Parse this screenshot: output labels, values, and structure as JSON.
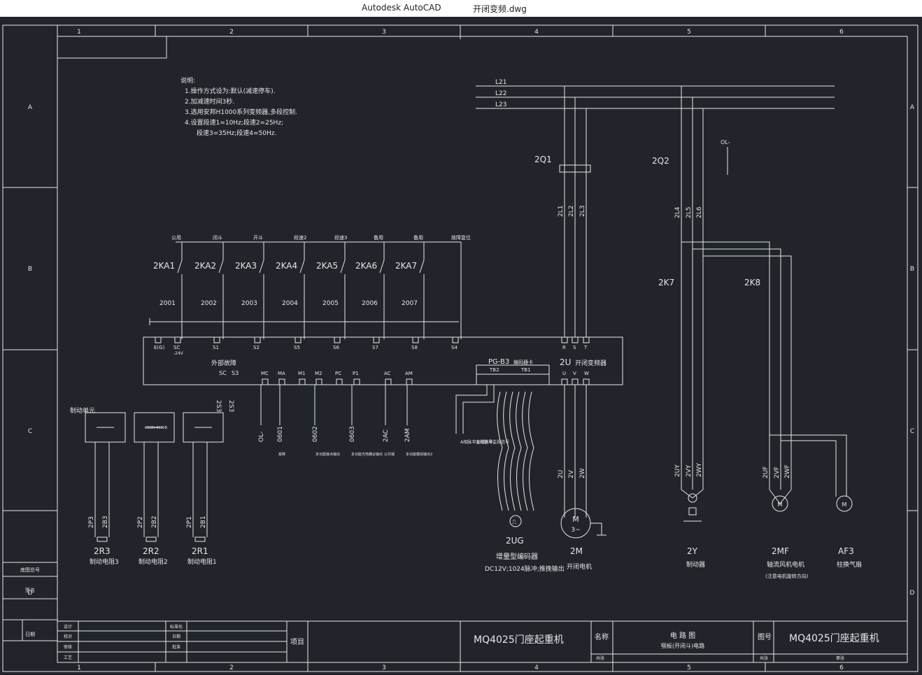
{
  "window": {
    "app_title": "Autodesk AutoCAD",
    "file_name": "开闭变频.dwg"
  },
  "frame": {
    "columns": [
      "1",
      "2",
      "3",
      "4",
      "5",
      "6"
    ],
    "rows": [
      "A",
      "B",
      "C",
      "D"
    ]
  },
  "notes": {
    "heading": "说明:",
    "lines": [
      "1.操作方式设为:默认(减速停车).",
      "2.加减速时间3秒.",
      "3.选用安邦H1000系列变频器,多段控制.",
      "4.设置段速1=10Hz;段速2=25Hz;",
      "段速3=35Hz;段速4=50Hz."
    ]
  },
  "bus": {
    "l1": "L21",
    "l2": "L22",
    "l3": "L23"
  },
  "relays": [
    {
      "top": "公用",
      "name": "2KA1",
      "wire": "2001"
    },
    {
      "top": "闭斗",
      "name": "2KA2",
      "wire": "2002"
    },
    {
      "top": "开斗",
      "name": "2KA3",
      "wire": "2003"
    },
    {
      "top": "段速2",
      "name": "2KA4",
      "wire": "2004"
    },
    {
      "top": "段速3",
      "name": "2KA5",
      "wire": "2005"
    },
    {
      "top": "备用",
      "name": "2KA6",
      "wire": "2006"
    },
    {
      "top": "备用",
      "name": "2KA7",
      "wire": "2007"
    },
    {
      "top": "故障复位",
      "name": "",
      "wire": ""
    }
  ],
  "vfd_inputs": [
    "E(G)",
    "SC",
    "S1",
    "S2",
    "S5",
    "S6",
    "S7",
    "S8",
    "S4"
  ],
  "sc_note": "-24V",
  "vfd_outputs_top": [
    "外部故障",
    "SC",
    "S3"
  ],
  "vfd_bottom_terms": [
    "MC",
    "MA",
    "M1",
    "M2",
    "PC",
    "P1",
    "AC",
    "AM"
  ],
  "out_wires": [
    "OL-",
    "0601",
    "0602",
    "0603",
    "2AC",
    "2AM"
  ],
  "out_notes": [
    "故障",
    "多功能接点输出",
    "多功能光电耦合输出",
    "公共端",
    "多功能模拟输出2"
  ],
  "pg_card": {
    "title": "PG-B3",
    "subtitle": "编码器卡",
    "tb2": "TB2",
    "tb1": "TB1"
  },
  "pg_notes": [
    "A相脉冲监视信号",
    "B相脉冲监视信号"
  ],
  "brake": {
    "unit_label": "制动单元",
    "unit_code": "CDBR-4030B",
    "term_markers": [
      "2S3",
      "2S3"
    ],
    "resistors": [
      {
        "w1": "2P3",
        "w2": "2B3",
        "name": "2R3",
        "label": "制动电阻3"
      },
      {
        "w1": "2P2",
        "w2": "2B2",
        "name": "2R2",
        "label": "制动电阻2"
      },
      {
        "w1": "2P1",
        "w2": "2B1",
        "name": "2R1",
        "label": "制动电阻1"
      }
    ]
  },
  "breakers": {
    "q1": "2Q1",
    "q2": "2Q2",
    "ol": "OL-",
    "q1_wires": [
      "2L1",
      "2L2",
      "2L3"
    ],
    "q2_wires": [
      "2L4",
      "2L5",
      "2L6"
    ]
  },
  "contactors": {
    "k7": "2K7",
    "k8": "2K8"
  },
  "vfd": {
    "name": "2U",
    "label": "开闭变频器",
    "in_terms": [
      "R",
      "S",
      "T"
    ],
    "out_terms": [
      "U",
      "V",
      "W"
    ],
    "out_wires": [
      "2U",
      "2V",
      "2W"
    ]
  },
  "encoder": {
    "name": "2UG",
    "label": "增量型编码器",
    "spec": "DC12V;1024脉冲;推挽输出"
  },
  "motor": {
    "name": "2M",
    "label": "开闭电机",
    "symbol": "M",
    "phase": "3~"
  },
  "brake_actuator": {
    "name": "2Y",
    "label": "制动器",
    "wires": [
      "2UY",
      "2VY",
      "2WY"
    ]
  },
  "fan": {
    "name": "2MF",
    "label": "轴流风机电机",
    "note": "(注意电机旋转方向)",
    "wires": [
      "2UF",
      "2VF",
      "2WF"
    ]
  },
  "af": {
    "name": "AF3",
    "label": "柱换气扇"
  },
  "side_labels": [
    "底图总号",
    "签名",
    "日期"
  ],
  "title_block": {
    "left_rows": [
      "设计",
      "校对",
      "审核",
      "工艺"
    ],
    "mid_rows": [
      "标准化",
      "日期",
      "批准"
    ],
    "project_label": "项目",
    "project_name": "MQ4025门座起重机",
    "name_label": "名称",
    "drawing_title": "电 路 图",
    "drawing_sub": "颚板(开闭斗)电路",
    "drawing_no_label": "图号",
    "drawing_no": "MQ4025门座起重机",
    "sheet_label": "共张",
    "page_label": "第张"
  }
}
